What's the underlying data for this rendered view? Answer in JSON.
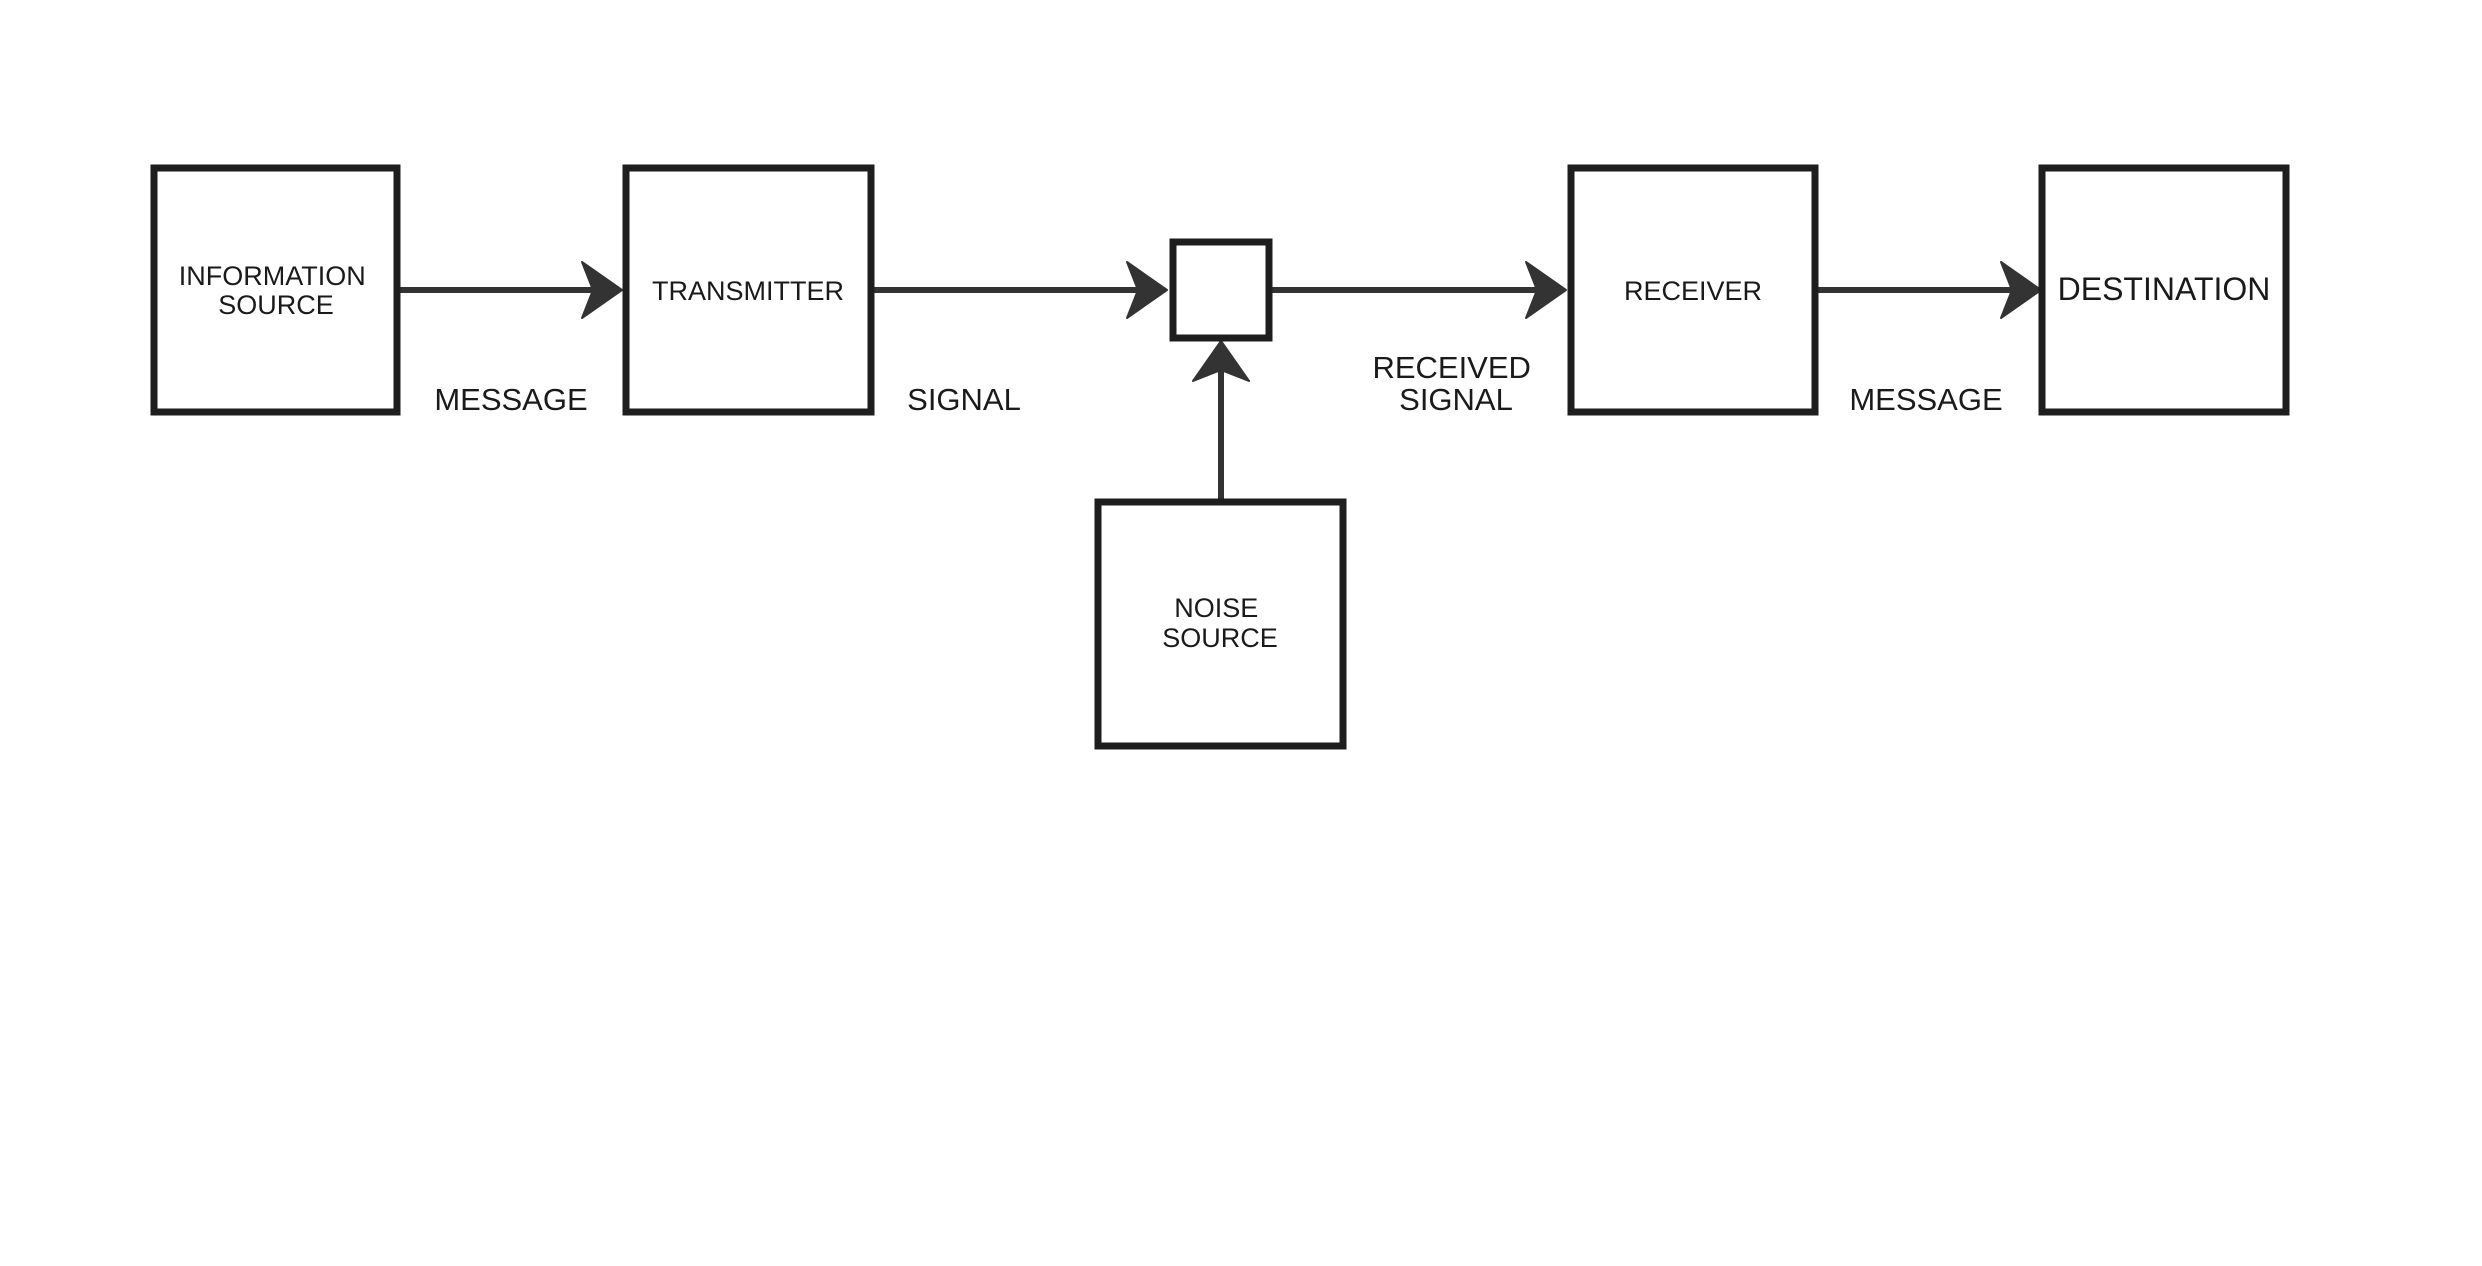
{
  "diagram": {
    "nodes": {
      "information_source": {
        "lines": [
          "INFORMATION",
          "SOURCE"
        ]
      },
      "transmitter": {
        "lines": [
          "TRANSMITTER"
        ]
      },
      "noise_junction": {
        "lines": []
      },
      "receiver": {
        "lines": [
          "RECEIVER"
        ]
      },
      "destination": {
        "lines": [
          "DESTINATION"
        ]
      },
      "noise_source": {
        "lines": [
          "NOISE",
          "SOURCE"
        ]
      }
    },
    "edges": {
      "message_in": {
        "from": "information_source",
        "to": "transmitter",
        "label_lines": [
          "MESSAGE"
        ]
      },
      "signal": {
        "from": "transmitter",
        "to": "noise_junction",
        "label_lines": [
          "SIGNAL"
        ]
      },
      "received_signal": {
        "from": "noise_junction",
        "to": "receiver",
        "label_lines": [
          "RECEIVED",
          "SIGNAL"
        ]
      },
      "message_out": {
        "from": "receiver",
        "to": "destination",
        "label_lines": [
          "MESSAGE"
        ]
      },
      "noise": {
        "from": "noise_source",
        "to": "noise_junction",
        "label_lines": []
      }
    },
    "colors": {
      "stroke": "#1e1e1e",
      "arrow": "#333333",
      "text": "#1a1a1a",
      "background": "#ffffff"
    }
  }
}
